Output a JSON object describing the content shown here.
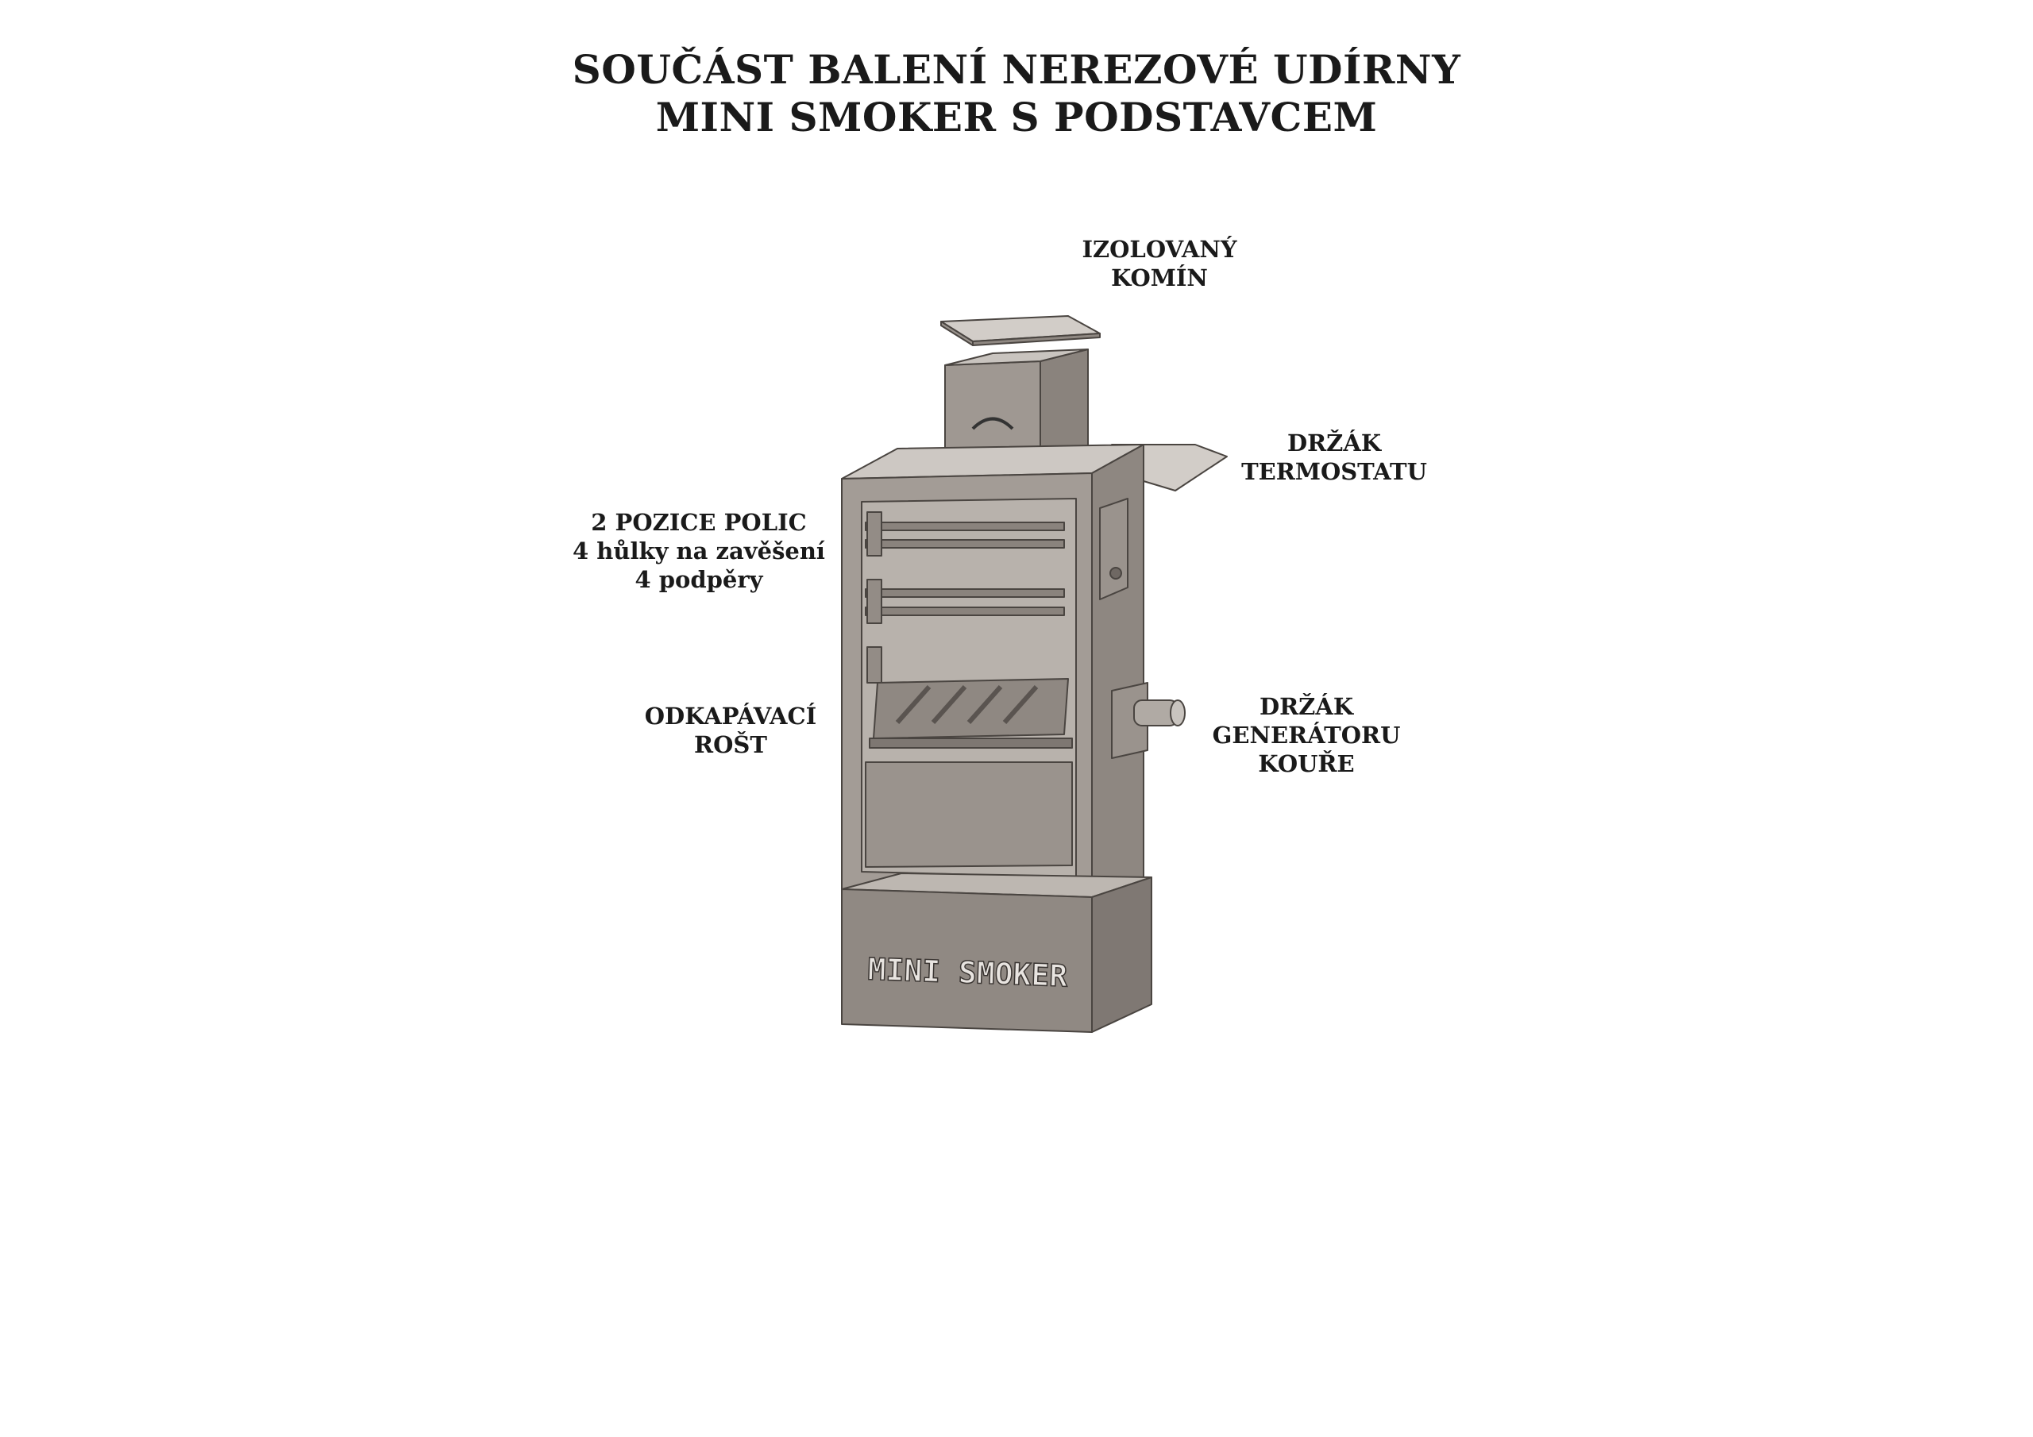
{
  "title": {
    "line1": "SOUČÁST BALENÍ NEREZOVÉ UDÍRNY",
    "line2": "MINI SMOKER S PODSTAVCEM"
  },
  "labels": {
    "chimney": [
      "IZOLOVANÝ",
      "KOMÍN"
    ],
    "thermostat_holder": [
      "DRŽÁK",
      "TERMOSTATU"
    ],
    "shelves": [
      "2 POZICE POLIC",
      "4 hůlky na zavěšení",
      "4 podpěry"
    ],
    "drip_grate": [
      "ODKAPÁVACÍ",
      "ROŠT"
    ],
    "smoke_generator_holder": [
      "DRŽÁK",
      "GENERÁTORU",
      "KOUŘE"
    ]
  },
  "product": {
    "logo_text": "MINI SMOKER"
  },
  "colors": {
    "metal_front": "#9a938d",
    "metal_side": "#8a837d",
    "metal_top": "#c9c4bf",
    "outline": "#4a4541"
  }
}
